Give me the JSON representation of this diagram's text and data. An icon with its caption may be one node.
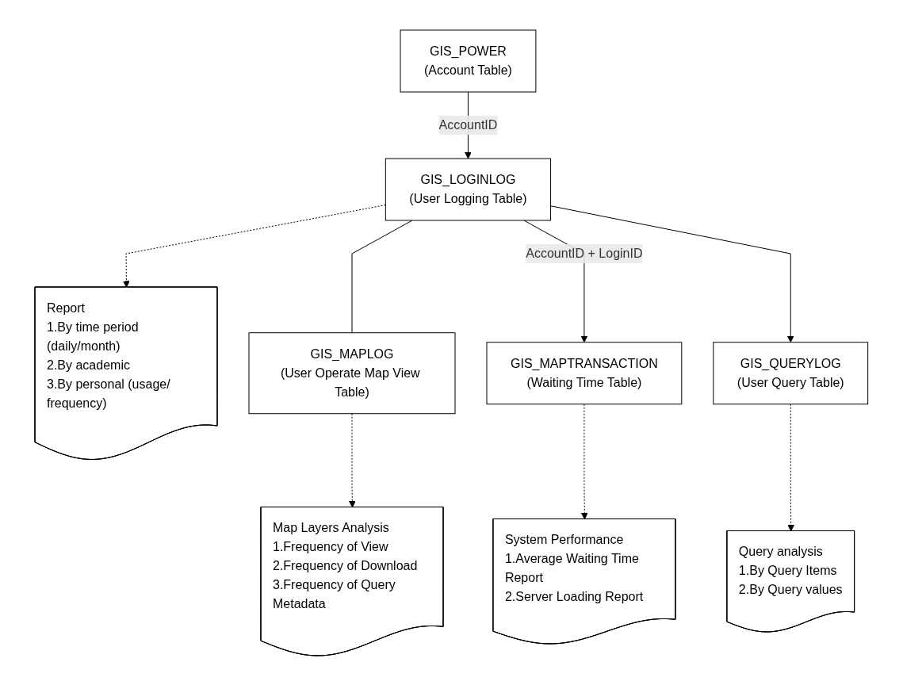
{
  "diagram": {
    "nodes": [
      {
        "text": [
          "GIS_POWER",
          "(Account Table)"
        ]
      },
      {
        "text": [
          "GIS_LOGINLOG",
          "(User Logging Table)"
        ]
      },
      {
        "text": [
          "Report",
          "1.By time period (daily/month)",
          "2.By academic",
          "3.By personal (usage/ frequency)"
        ]
      },
      {
        "text": [
          "GIS_MAPLOG",
          "(User Operate Map View Table)"
        ]
      },
      {
        "text": [
          "GIS_MAPTRANSACTION",
          "(Waiting Time Table)"
        ]
      },
      {
        "text": [
          "GIS_QUERYLOG",
          "(User Query Table)"
        ]
      },
      {
        "text": [
          "Map Layers Analysis",
          "1.Frequency of View",
          "2.Frequency of Download",
          "3.Frequency of Query Metadata"
        ]
      },
      {
        "text": [
          "System Performance",
          "1.Average Waiting Time Report",
          "2.Server Loading Report"
        ]
      },
      {
        "text": [
          "Query analysis",
          "1.By Query Items",
          "2.By Query values"
        ]
      }
    ],
    "edges": [
      {
        "from": 0,
        "to": 1,
        "arrow": "to",
        "label": "AccountID"
      },
      {
        "from": 1,
        "to": 2,
        "arrow": "to",
        "style": "dashed"
      },
      {
        "from": 1,
        "to": 3,
        "arrow": "none"
      },
      {
        "from": 1,
        "to": 4,
        "arrow": "to",
        "label": "AccountID + LoginID"
      },
      {
        "from": 1,
        "to": 5,
        "arrow": "to"
      },
      {
        "from": 3,
        "to": 6,
        "arrow": "to",
        "style": "dashed"
      },
      {
        "from": 4,
        "to": 7,
        "arrow": "to",
        "style": "dashed"
      },
      {
        "from": 5,
        "to": 8,
        "arrow": "to",
        "style": "dashed"
      }
    ]
  }
}
